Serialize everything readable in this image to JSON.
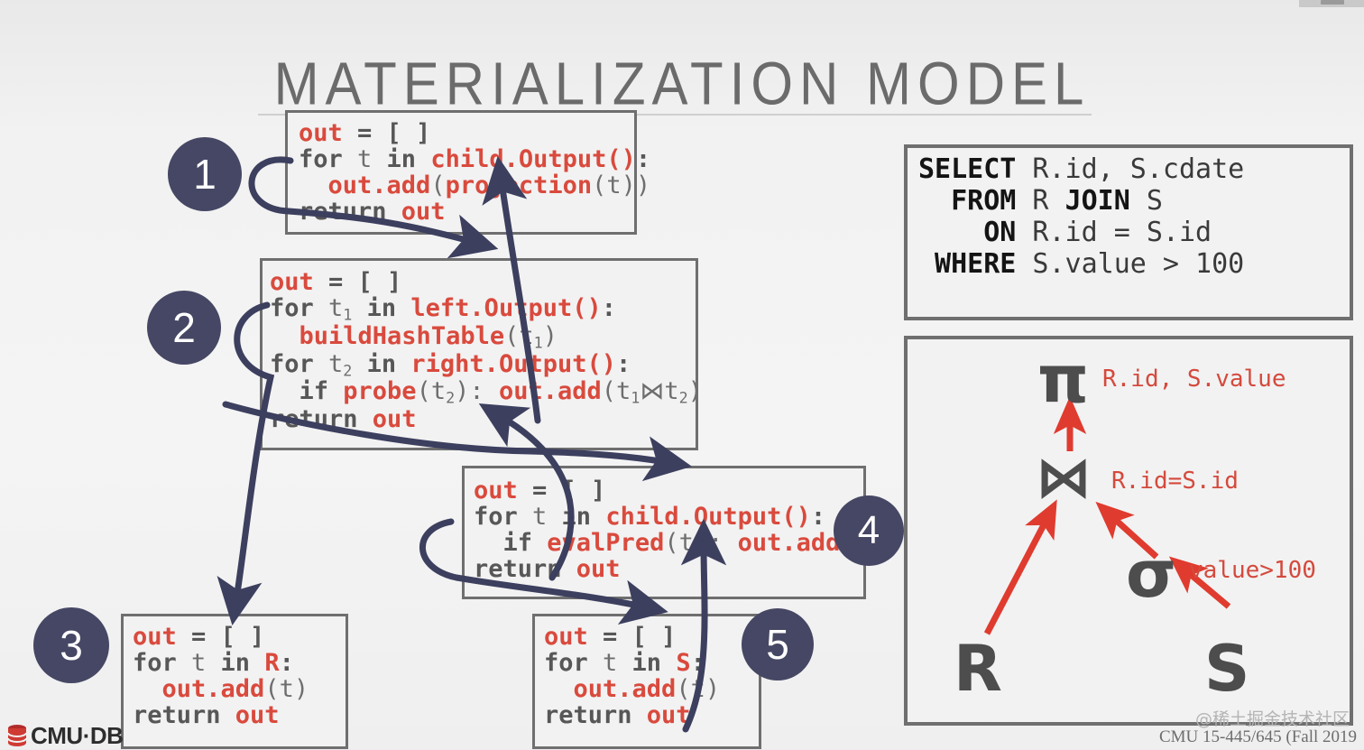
{
  "slide": {
    "title": "MATERIALIZATION MODEL",
    "course_footer": "CMU 15-445/645 (Fall 2019",
    "watermark": "@稀土掘金技术社区",
    "logo_text": "CMU·DB",
    "accent_red": "#d94a3d",
    "navy": "#454764",
    "box_border": "#6f6f6f",
    "box_fill": "#f2f2f2",
    "arrow_red": "#e03b2f",
    "title_color": "#6b6b6b"
  },
  "steps": [
    {
      "number": "1",
      "target": "box1"
    },
    {
      "number": "2",
      "target": "box2"
    },
    {
      "number": "3",
      "target": "box3"
    },
    {
      "number": "4",
      "target": "box4"
    },
    {
      "number": "5",
      "target": "box5"
    }
  ],
  "code_boxes": {
    "box1": {
      "name": "projection-operator",
      "lines": [
        [
          {
            "t": "out",
            "s": "kw"
          },
          {
            "t": " = [ ]",
            "s": "pl"
          }
        ],
        [
          {
            "t": "for ",
            "s": "pl"
          },
          {
            "t": "t",
            "s": "lt"
          },
          {
            "t": " in ",
            "s": "pl"
          },
          {
            "t": "child.Output()",
            "s": "kw"
          },
          {
            "t": ":",
            "s": "pl"
          }
        ],
        [
          {
            "t": "  ",
            "s": "pl"
          },
          {
            "t": "out.add",
            "s": "kw"
          },
          {
            "t": "(",
            "s": "lt"
          },
          {
            "t": "projection",
            "s": "kw"
          },
          {
            "t": "(t))",
            "s": "lt"
          }
        ],
        [
          {
            "t": "return ",
            "s": "pl"
          },
          {
            "t": "out",
            "s": "kw"
          }
        ]
      ]
    },
    "box2": {
      "name": "hash-join-operator",
      "lines": [
        [
          {
            "t": "out",
            "s": "kw"
          },
          {
            "t": " = [ ]",
            "s": "pl"
          }
        ],
        [
          {
            "t": "for ",
            "s": "pl"
          },
          {
            "t": "t",
            "s": "lt"
          },
          {
            "t": "1",
            "s": "sub"
          },
          {
            "t": " in ",
            "s": "pl"
          },
          {
            "t": "left.Output()",
            "s": "kw"
          },
          {
            "t": ":",
            "s": "pl"
          }
        ],
        [
          {
            "t": "  ",
            "s": "pl"
          },
          {
            "t": "buildHashTable",
            "s": "kw"
          },
          {
            "t": "(t",
            "s": "lt"
          },
          {
            "t": "1",
            "s": "sub"
          },
          {
            "t": ")",
            "s": "lt"
          }
        ],
        [
          {
            "t": "for ",
            "s": "pl"
          },
          {
            "t": "t",
            "s": "lt"
          },
          {
            "t": "2",
            "s": "sub"
          },
          {
            "t": " in ",
            "s": "pl"
          },
          {
            "t": "right.Output()",
            "s": "kw"
          },
          {
            "t": ":",
            "s": "pl"
          }
        ],
        [
          {
            "t": "  if ",
            "s": "pl"
          },
          {
            "t": "probe",
            "s": "kw"
          },
          {
            "t": "(t",
            "s": "lt"
          },
          {
            "t": "2",
            "s": "sub"
          },
          {
            "t": "): ",
            "s": "lt"
          },
          {
            "t": "out.add",
            "s": "kw"
          },
          {
            "t": "(t",
            "s": "lt"
          },
          {
            "t": "1",
            "s": "sub"
          },
          {
            "t": "⋈t",
            "s": "lt"
          },
          {
            "t": "2",
            "s": "sub"
          },
          {
            "t": ")",
            "s": "lt"
          }
        ],
        [
          {
            "t": "return ",
            "s": "pl"
          },
          {
            "t": "out",
            "s": "kw"
          }
        ]
      ]
    },
    "box3": {
      "name": "seq-scan-r-operator",
      "lines": [
        [
          {
            "t": "out",
            "s": "kw"
          },
          {
            "t": " = [ ]",
            "s": "pl"
          }
        ],
        [
          {
            "t": "for ",
            "s": "pl"
          },
          {
            "t": "t",
            "s": "lt"
          },
          {
            "t": " in ",
            "s": "pl"
          },
          {
            "t": "R",
            "s": "kw"
          },
          {
            "t": ":",
            "s": "pl"
          }
        ],
        [
          {
            "t": "  ",
            "s": "pl"
          },
          {
            "t": "out.add",
            "s": "kw"
          },
          {
            "t": "(t)",
            "s": "lt"
          }
        ],
        [
          {
            "t": "return ",
            "s": "pl"
          },
          {
            "t": "out",
            "s": "kw"
          }
        ]
      ]
    },
    "box4": {
      "name": "filter-operator",
      "lines": [
        [
          {
            "t": "out",
            "s": "kw"
          },
          {
            "t": " = [ ]",
            "s": "pl"
          }
        ],
        [
          {
            "t": "for ",
            "s": "pl"
          },
          {
            "t": "t",
            "s": "lt"
          },
          {
            "t": " in ",
            "s": "pl"
          },
          {
            "t": "child.Output()",
            "s": "kw"
          },
          {
            "t": ":",
            "s": "pl"
          }
        ],
        [
          {
            "t": "  if ",
            "s": "pl"
          },
          {
            "t": "evalPred",
            "s": "kw"
          },
          {
            "t": "(t): ",
            "s": "lt"
          },
          {
            "t": "out.add",
            "s": "kw"
          },
          {
            "t": "(t)",
            "s": "lt"
          }
        ],
        [
          {
            "t": "return ",
            "s": "pl"
          },
          {
            "t": "out",
            "s": "kw"
          }
        ]
      ]
    },
    "box5": {
      "name": "seq-scan-s-operator",
      "lines": [
        [
          {
            "t": "out",
            "s": "kw"
          },
          {
            "t": " = [ ]",
            "s": "pl"
          }
        ],
        [
          {
            "t": "for ",
            "s": "pl"
          },
          {
            "t": "t",
            "s": "lt"
          },
          {
            "t": " in ",
            "s": "pl"
          },
          {
            "t": "S",
            "s": "kw"
          },
          {
            "t": ":",
            "s": "pl"
          }
        ],
        [
          {
            "t": "  ",
            "s": "pl"
          },
          {
            "t": "out.add",
            "s": "kw"
          },
          {
            "t": "(t)",
            "s": "lt"
          }
        ],
        [
          {
            "t": "return ",
            "s": "pl"
          },
          {
            "t": "out",
            "s": "kw"
          }
        ]
      ]
    }
  },
  "sql": {
    "name": "sql-query",
    "lines": [
      [
        {
          "t": "SELECT",
          "s": "sqlkw"
        },
        {
          "t": " R.id, S.cdate",
          "s": "sqlid"
        }
      ],
      [
        {
          "t": "  FROM",
          "s": "sqlkw"
        },
        {
          "t": " R ",
          "s": "sqlid"
        },
        {
          "t": "JOIN",
          "s": "sqlkw"
        },
        {
          "t": " S",
          "s": "sqlid"
        }
      ],
      [
        {
          "t": "    ON",
          "s": "sqlkw"
        },
        {
          "t": " R.id = S.id",
          "s": "sqlid"
        }
      ],
      [
        {
          "t": " WHERE",
          "s": "sqlkw"
        },
        {
          "t": " S.value > 100",
          "s": "sqlid"
        }
      ]
    ]
  },
  "query_plan": {
    "name": "query-plan-tree",
    "nodes": {
      "projection": {
        "symbol": "π",
        "label": "R.id, S.value"
      },
      "join": {
        "symbol": "⋈",
        "label": "R.id=S.id"
      },
      "select": {
        "symbol": "σ",
        "label": "value>100"
      },
      "relation_r": {
        "symbol": "R"
      },
      "relation_s": {
        "symbol": "S"
      }
    }
  }
}
